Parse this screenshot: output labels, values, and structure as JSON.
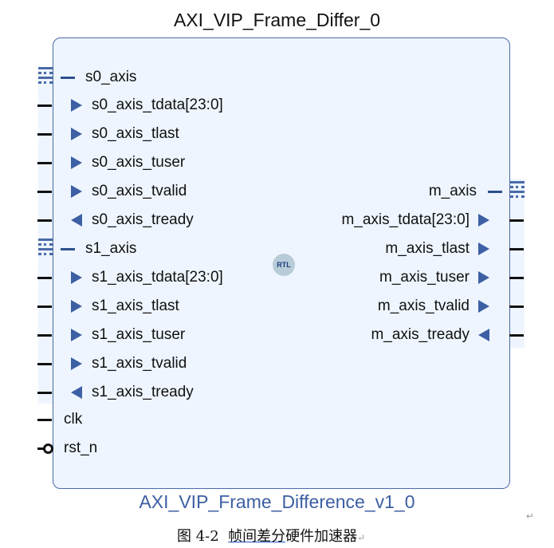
{
  "title": "AXI_VIP_Frame_Differ_0",
  "center_badge": "RTL",
  "subtitle": "AXI_VIP_Frame_Difference_v1_0",
  "caption": {
    "prefix": "图 4-2",
    "underlined": "帧间差分",
    "rest": "硬件加速器"
  },
  "left_ports": [
    {
      "label": "s0_axis",
      "kind": "bus"
    },
    {
      "label": "s0_axis_tdata[23:0]",
      "kind": "in"
    },
    {
      "label": "s0_axis_tlast",
      "kind": "in"
    },
    {
      "label": "s0_axis_tuser",
      "kind": "in"
    },
    {
      "label": "s0_axis_tvalid",
      "kind": "in"
    },
    {
      "label": "s0_axis_tready",
      "kind": "out"
    },
    {
      "label": "s1_axis",
      "kind": "bus"
    },
    {
      "label": "s1_axis_tdata[23:0]",
      "kind": "in"
    },
    {
      "label": "s1_axis_tlast",
      "kind": "in"
    },
    {
      "label": "s1_axis_tuser",
      "kind": "in"
    },
    {
      "label": "s1_axis_tvalid",
      "kind": "in"
    },
    {
      "label": "s1_axis_tready",
      "kind": "out"
    },
    {
      "label": "clk",
      "kind": "plain"
    },
    {
      "label": "rst_n",
      "kind": "neg"
    }
  ],
  "right_ports": [
    {
      "label": "m_axis",
      "kind": "bus"
    },
    {
      "label": "m_axis_tdata[23:0]",
      "kind": "out"
    },
    {
      "label": "m_axis_tlast",
      "kind": "out"
    },
    {
      "label": "m_axis_tuser",
      "kind": "out"
    },
    {
      "label": "m_axis_tvalid",
      "kind": "out"
    },
    {
      "label": "m_axis_tready",
      "kind": "in"
    }
  ]
}
